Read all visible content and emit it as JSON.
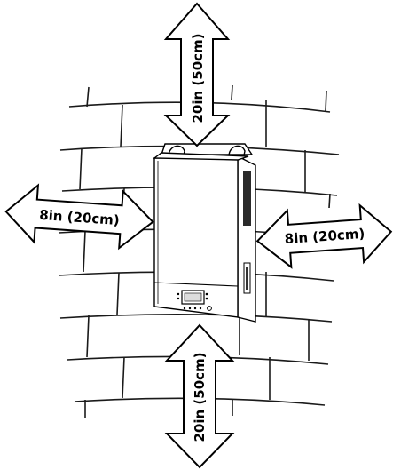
{
  "clearances": {
    "top": "20in (50cm)",
    "bottom": "20in (50cm)",
    "left": "8in (20cm)",
    "right": "8in (20cm)"
  },
  "colors": {
    "line": "#000000",
    "fill": "#ffffff"
  }
}
